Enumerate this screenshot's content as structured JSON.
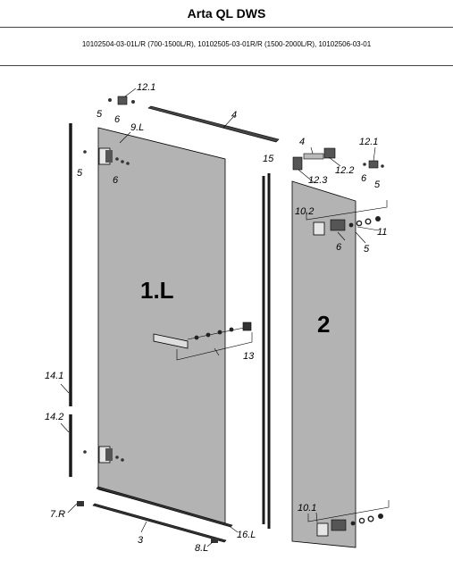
{
  "header": {
    "title": "Arta QL DWS",
    "subtitle": "10102504-03-01L/R (700-1500L/R), 10102505-03-01R/R (1500-2000L/R), 10102506-03-01"
  },
  "colors": {
    "glass": "#b3b3b3",
    "profile": "#1a1a1a",
    "line": "#000000"
  },
  "labels": {
    "panel_1l": "1.L",
    "panel_2": "2",
    "p12_1_a": "12.1",
    "p5_a": "5",
    "p6_a": "6",
    "p4_a": "4",
    "p9l": "9.L",
    "p5_b": "5",
    "p6_b": "6",
    "p15": "15",
    "p4_b": "4",
    "p12_2": "12.2",
    "p12_3": "12.3",
    "p12_1_b": "12.1",
    "p6_c": "6",
    "p5_c": "5",
    "p10_2": "10.2",
    "p11": "11",
    "p6_d": "6",
    "p5_d": "5",
    "p13": "13",
    "p14_1": "14.1",
    "p14_2": "14.2",
    "p7r": "7.R",
    "p3": "3",
    "p16l": "16.L",
    "p8l": "8.L",
    "p10_1": "10.1"
  }
}
